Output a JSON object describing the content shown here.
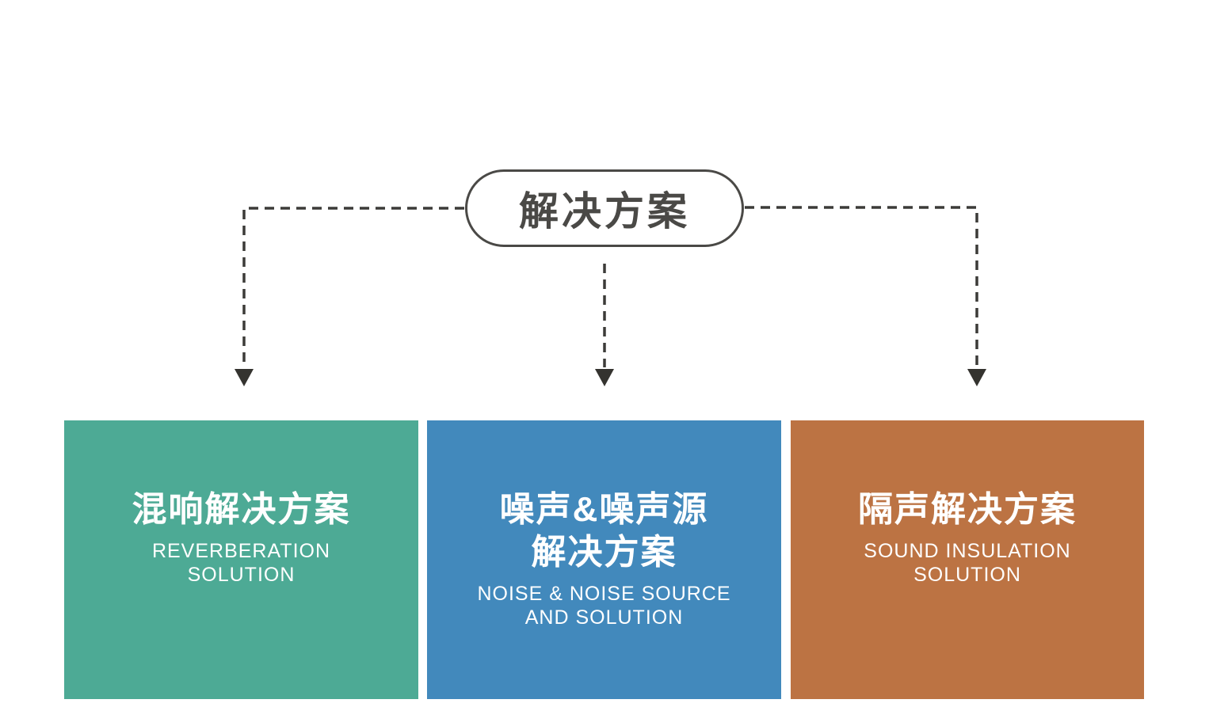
{
  "diagram": {
    "root_label": "解决方案",
    "connector_color": "#3c3b38",
    "arrow_color": "#34332f",
    "branches": [
      {
        "id": "reverberation-solution",
        "title": "混响解决方案",
        "subtitle": "REVERBERATION\nSOLUTION",
        "color": "#4daa95"
      },
      {
        "id": "noise-and-noise-source-solution",
        "title": "噪声&噪声源\n解决方案",
        "subtitle": "NOISE & NOISE SOURCE\nAND SOLUTION",
        "color": "#4289bc"
      },
      {
        "id": "sound-insulation-solution",
        "title": "隔声解决方案",
        "subtitle": "SOUND INSULATION\nSOLUTION",
        "color": "#bc7343"
      }
    ]
  }
}
